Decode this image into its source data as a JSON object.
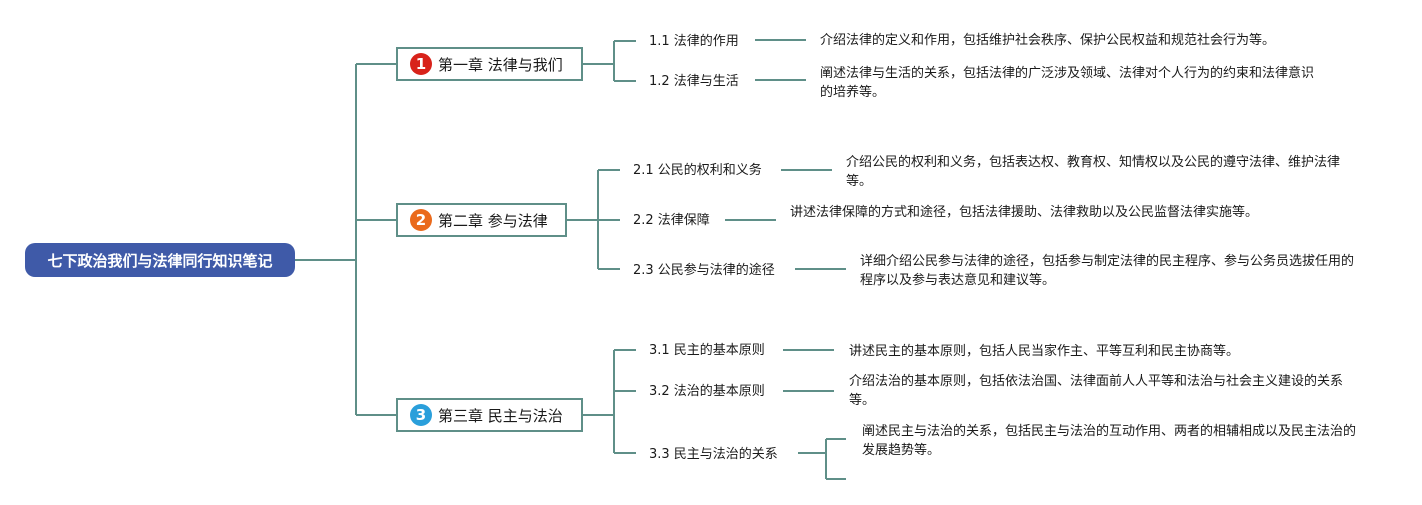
{
  "root": {
    "title": "七下政治我们与法律同行知识笔记"
  },
  "colors": {
    "root_fill": "#3f5aa8",
    "line": "#5f8f88",
    "badge1": "#d8231b",
    "badge2": "#ea6a1c",
    "badge3": "#2a9fdb"
  },
  "chapters": [
    {
      "number": "1",
      "title": "第一章 法律与我们",
      "sections": [
        {
          "label": "1.1 法律的作用",
          "desc": "介绍法律的定义和作用，包括维护社会秩序、保护公民权益和规范社会行为等。"
        },
        {
          "label": "1.2 法律与生活",
          "desc": "阐述法律与生活的关系，包括法律的广泛涉及领域、法律对个人行为的约束和法律意识的培养等。"
        }
      ]
    },
    {
      "number": "2",
      "title": "第二章 参与法律",
      "sections": [
        {
          "label": "2.1 公民的权利和义务",
          "desc": "介绍公民的权利和义务，包括表达权、教育权、知情权以及公民的遵守法律、维护法律等。"
        },
        {
          "label": "2.2 法律保障",
          "desc": "讲述法律保障的方式和途径，包括法律援助、法律救助以及公民监督法律实施等。"
        },
        {
          "label": "2.3 公民参与法律的途径",
          "desc": "详细介绍公民参与法律的途径，包括参与制定法律的民主程序、参与公务员选拔任用的程序以及参与表达意见和建议等。"
        }
      ]
    },
    {
      "number": "3",
      "title": "第三章 民主与法治",
      "sections": [
        {
          "label": "3.1 民主的基本原则",
          "desc": "讲述民主的基本原则，包括人民当家作主、平等互利和民主协商等。"
        },
        {
          "label": "3.2 法治的基本原则",
          "desc": "介绍法治的基本原则，包括依法治国、法律面前人人平等和法治与社会主义建设的关系等。"
        },
        {
          "label": "3.3 民主与法治的关系",
          "desc": "阐述民主与法治的关系，包括民主与法治的互动作用、两者的相辅相成以及民主法治的发展趋势等。"
        }
      ]
    }
  ]
}
